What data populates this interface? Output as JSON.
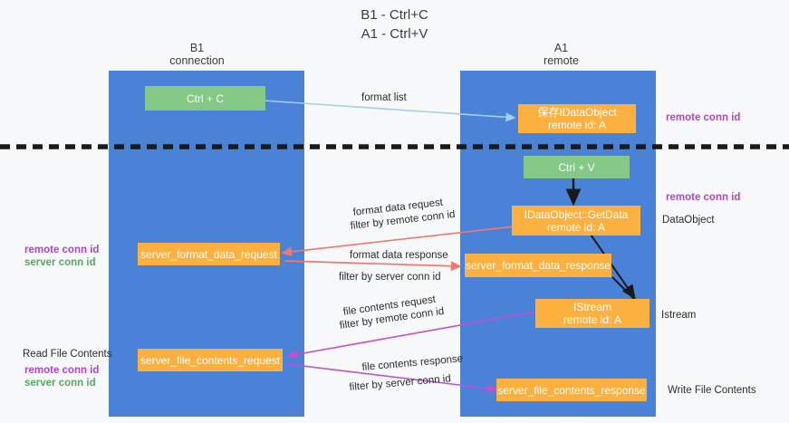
{
  "diagram": {
    "title_line1": "B1 - Ctrl+C",
    "title_line2": "A1 - Ctrl+V",
    "colors": {
      "lane": "#4a82d8",
      "green_node": "#85c989",
      "orange_node": "#fbb040",
      "purple_text": "#b344c9",
      "green_text": "#5aa85f",
      "divider": "#1a1a1a",
      "arrow_blue": "#a8cdeb",
      "arrow_red": "#f4776a",
      "arrow_magenta": "#c250cf",
      "arrow_black": "#1a1a1a"
    }
  },
  "lanes": [
    {
      "id": "b1",
      "title_line1": "B1",
      "title_line2": "connection"
    },
    {
      "id": "a1",
      "title_line1": "A1",
      "title_line2": "remote"
    }
  ],
  "nodes": {
    "ctrl_c": {
      "label": "Ctrl + C"
    },
    "save_idataobject": {
      "line1": "保存IDataObject",
      "line2": "remote id: A"
    },
    "ctrl_v": {
      "label": "Ctrl + V"
    },
    "getdata": {
      "line1": "IDataObject::GetData",
      "line2": "remote id: A"
    },
    "server_format_data_request": {
      "label": "server_format_data_request"
    },
    "server_format_data_response": {
      "label": "server_format_data_response"
    },
    "istream": {
      "line1": "IStream",
      "line2": "remote id: A"
    },
    "server_file_contents_request": {
      "label": "server_file_contents_request"
    },
    "server_file_contents_response": {
      "label": "server_file_contents_response"
    }
  },
  "edge_labels": {
    "format_list": "format list",
    "format_data_request": "format data request",
    "format_data_request_filter_prefix": "filter by ",
    "format_data_request_filter_key": "remote conn id",
    "format_data_response": "format data response",
    "format_data_response_filter_prefix": "filter by ",
    "format_data_response_filter_key": "server conn id",
    "file_contents_request": "file contents request",
    "file_contents_request_filter_prefix": "filter by ",
    "file_contents_request_filter_key": "remote conn id",
    "file_contents_response": "file contents response",
    "file_contents_response_filter_prefix": "filter by ",
    "file_contents_response_filter_key": "server conn id"
  },
  "annotations": {
    "right_remote_conn_id_top": "remote conn id",
    "right_remote_conn_id_mid": "remote conn id",
    "right_dataobject": "DataObject",
    "right_istream": "Istream",
    "right_write_file_contents": "Write File Contents",
    "left_remote_conn_id_1": "remote conn id",
    "left_server_conn_id_1": "server conn id",
    "left_read_file_contents": "Read File Contents",
    "left_remote_conn_id_2": "remote conn id",
    "left_server_conn_id_2": "server conn id"
  }
}
